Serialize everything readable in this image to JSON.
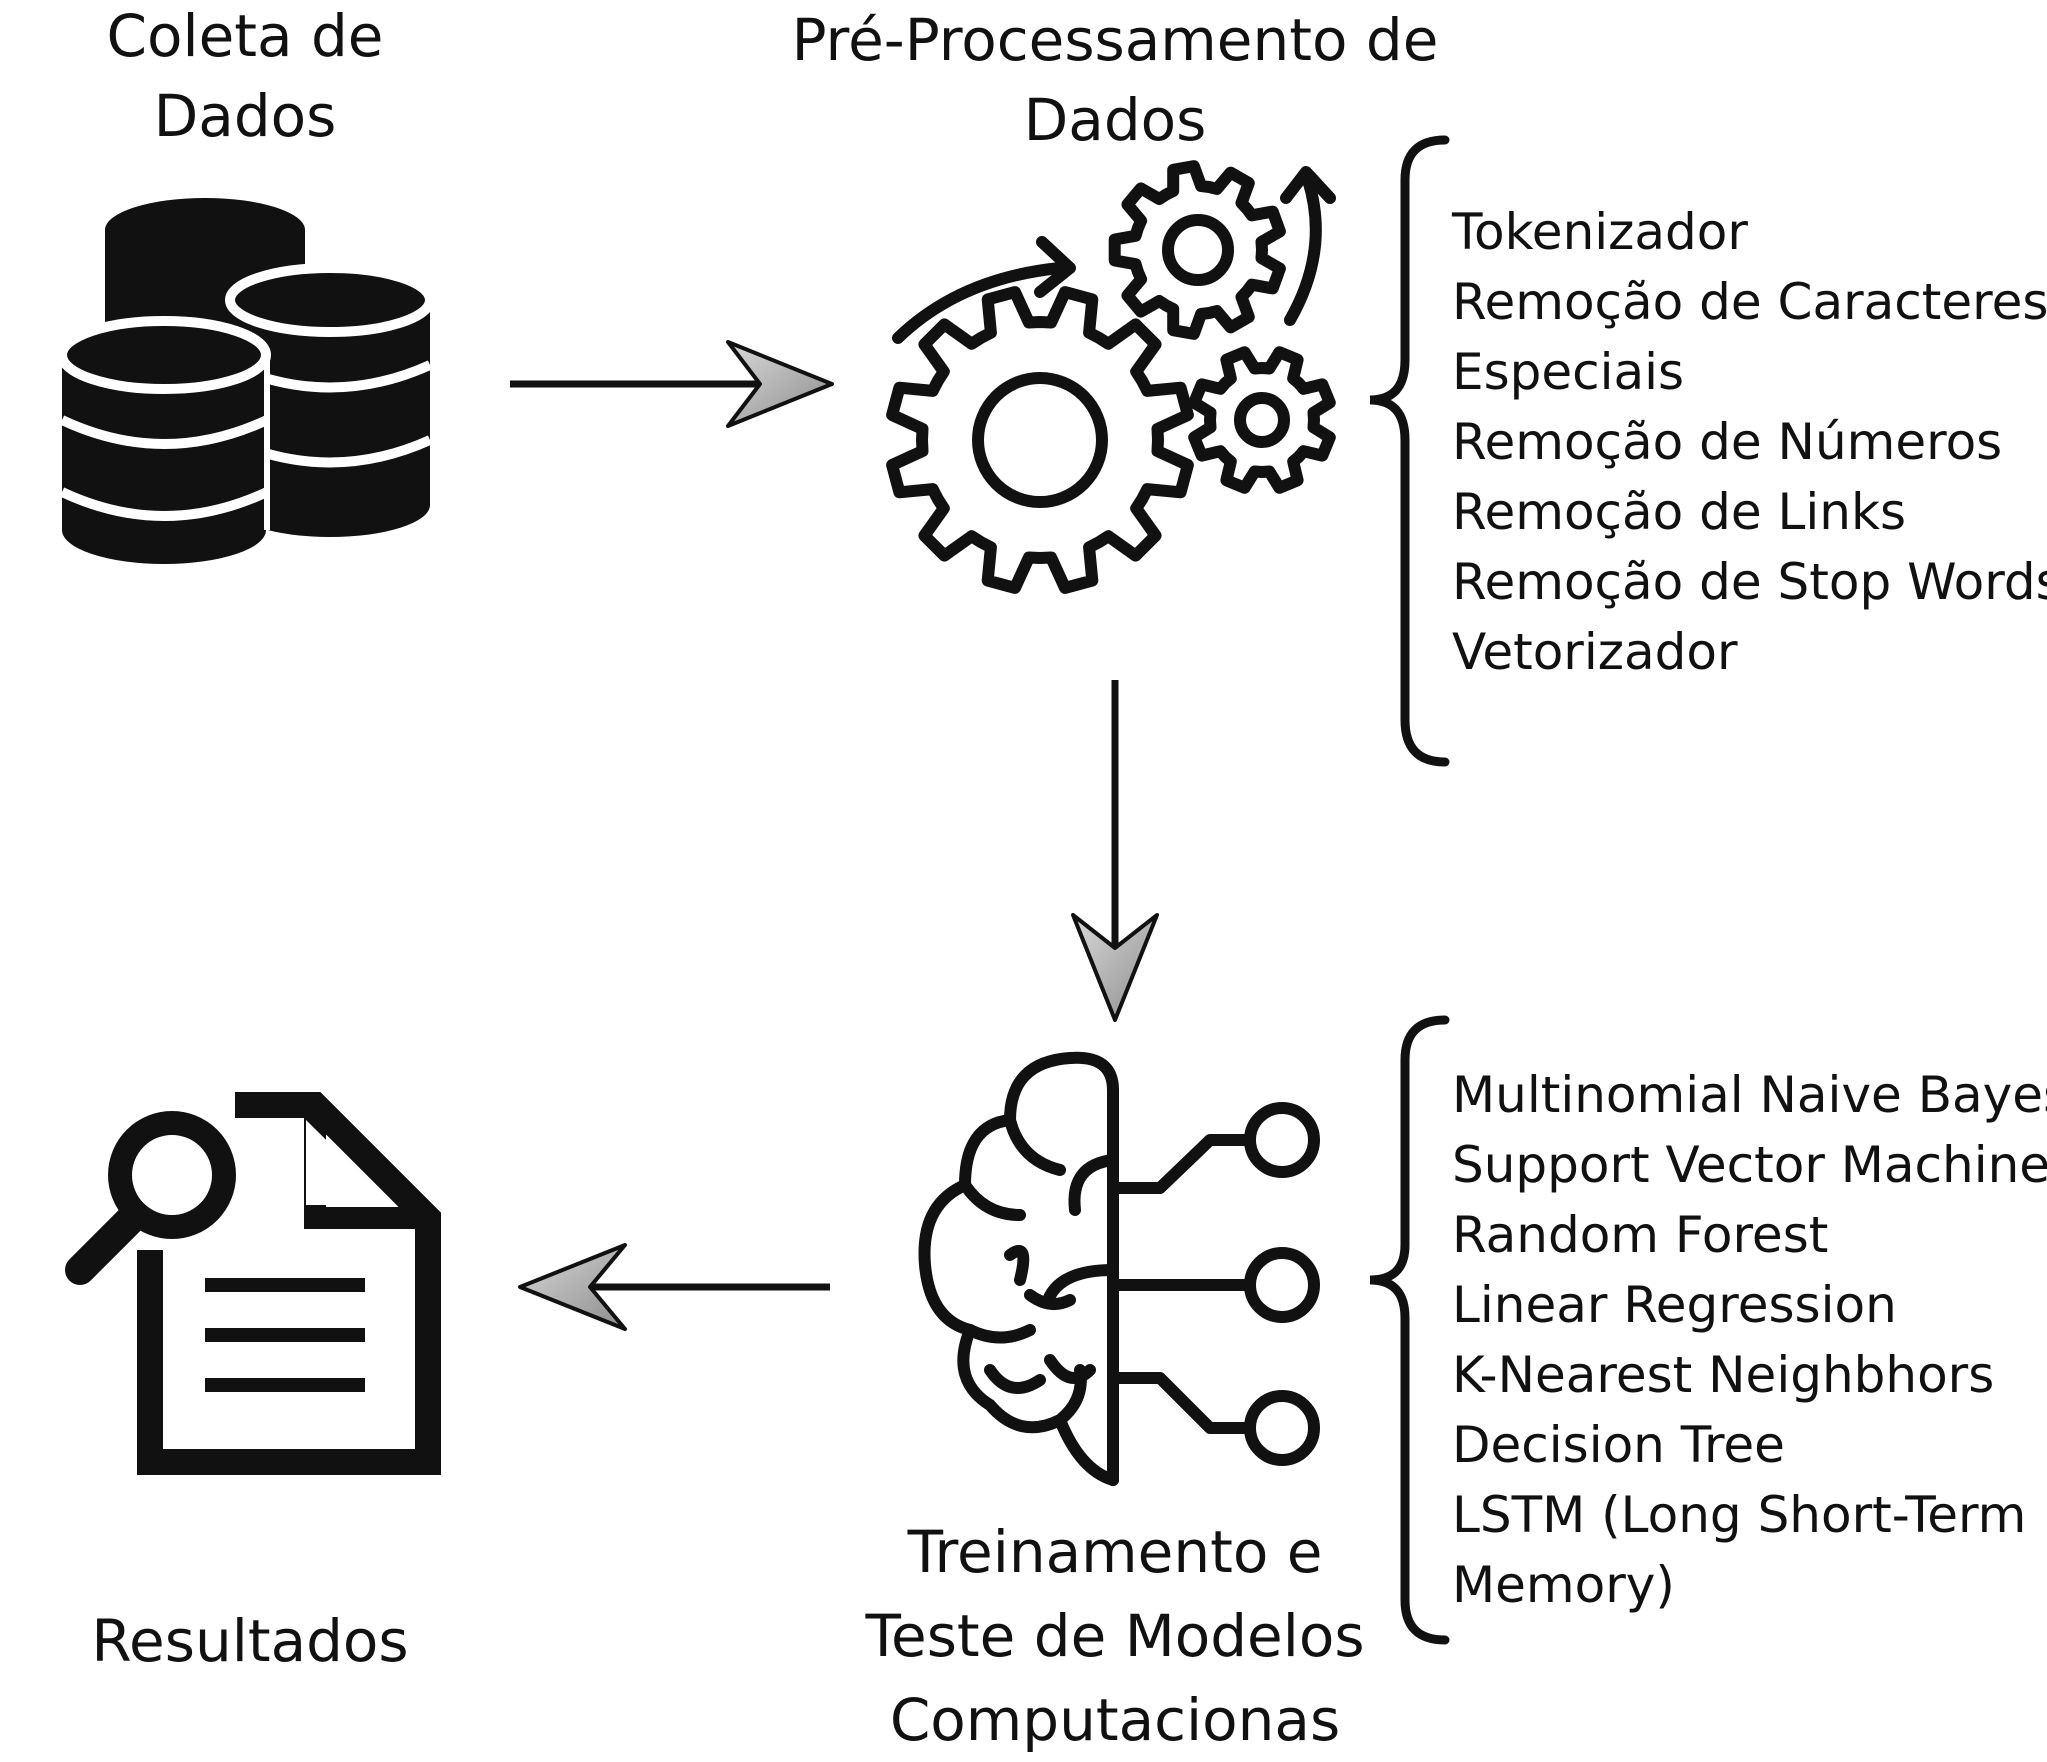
{
  "stages": {
    "coleta": "Coleta de Dados",
    "preprocessamento": "Pré-Processamento de Dados",
    "treinamento": "Treinamento e Teste de Modelos Computacionas",
    "resultados": "Resultados"
  },
  "preprocessing_steps": [
    "Tokenizador",
    "Remoção de Caracteres",
    "Especiais",
    "Remoção de Números",
    "Remoção de Links",
    "Remoção de Stop Words",
    "Vetorizador"
  ],
  "models": [
    "Multinomial Naive Bayes",
    "Support Vector Machine",
    "Random Forest",
    "Linear Regression",
    "K-Nearest Neighbhors",
    "Decision Tree",
    "LSTM (Long Short-Term",
    "Memory)"
  ],
  "icons": {
    "coleta": "database-icon",
    "preprocessamento": "gears-icon",
    "treinamento": "brain-circuit-icon",
    "resultados": "document-search-icon"
  },
  "colors": {
    "ink": "#111111",
    "arrowhead": "#a8a8a8"
  }
}
